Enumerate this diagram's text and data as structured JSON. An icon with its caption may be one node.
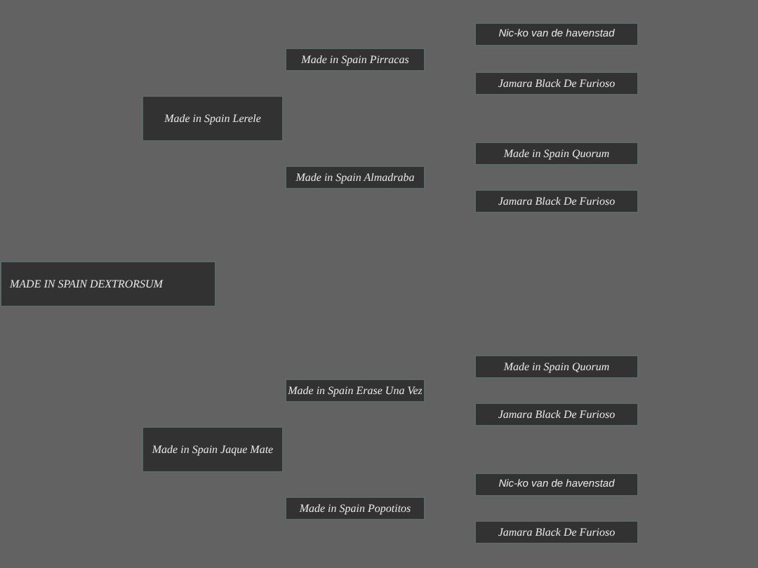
{
  "diagram": {
    "nodes": [
      {
        "text": [
          "Nic-ko van de havenstad"
        ]
      },
      {
        "text": [
          "Made in Spain Pirracas"
        ]
      },
      {
        "text": [
          "Jamara Black De Furioso"
        ]
      },
      {
        "text": [
          "Made in Spain Lerele"
        ]
      },
      {
        "text": [
          "Made in Spain Quorum"
        ]
      },
      {
        "text": [
          "Made in Spain Almadraba"
        ]
      },
      {
        "text": [
          "Jamara Black De Furioso"
        ]
      },
      {
        "text": [
          "MADE IN SPAIN DEXTRORSUM"
        ]
      },
      {
        "text": [
          "Made in Spain Quorum"
        ]
      },
      {
        "text": [
          "Made in Spain Erase Una Vez"
        ]
      },
      {
        "text": [
          "Jamara Black De Furioso"
        ]
      },
      {
        "text": [
          "Made in Spain Jaque Mate"
        ]
      },
      {
        "text": [
          "Nic-ko van de havenstad"
        ]
      },
      {
        "text": [
          "Made in Spain Popotitos"
        ]
      },
      {
        "text": [
          "Jamara Black De Furioso"
        ]
      }
    ]
  }
}
